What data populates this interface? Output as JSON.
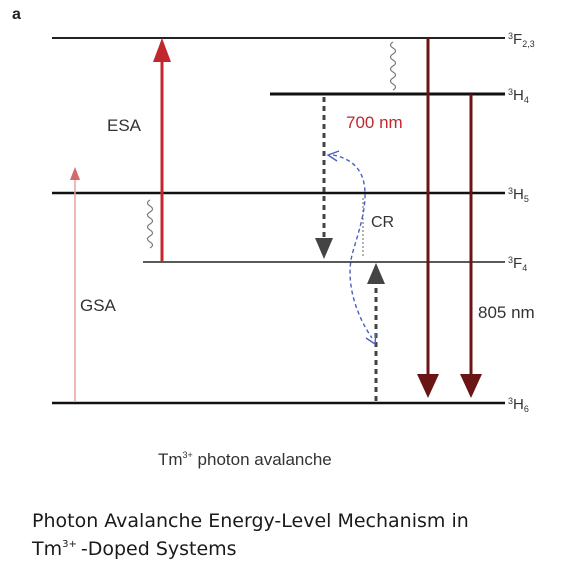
{
  "panel_label": "a",
  "levels": [
    {
      "id": "F23",
      "label_sup": "3",
      "label_main": "F",
      "label_sub": "2,3"
    },
    {
      "id": "H4",
      "label_sup": "3",
      "label_main": "H",
      "label_sub": "4"
    },
    {
      "id": "H5",
      "label_sup": "3",
      "label_main": "H",
      "label_sub": "5"
    },
    {
      "id": "F4",
      "label_sup": "3",
      "label_main": "F",
      "label_sub": "4"
    },
    {
      "id": "H6",
      "label_sup": "3",
      "label_main": "H",
      "label_sub": "6"
    }
  ],
  "transitions": {
    "gsa": "GSA",
    "esa": "ESA",
    "cr": "CR",
    "emission_700": "700 nm",
    "emission_805": "805 nm"
  },
  "diagram_caption": {
    "element": "Tm",
    "charge": "3+",
    "rest": " photon avalanche"
  },
  "figure_caption": {
    "line1": "Photon Avalanche Energy-Level Mechanism in",
    "element": "Tm",
    "charge": "3+",
    "rest": "-Doped Systems"
  },
  "colors": {
    "gsa_arrow": "#e8a0a0",
    "esa_arrow": "#c0282d",
    "emission_arrow": "#6b1416",
    "dashed_arrow": "#444444",
    "cr_curve": "#4a5fc4",
    "label_700": "#c0282d"
  }
}
